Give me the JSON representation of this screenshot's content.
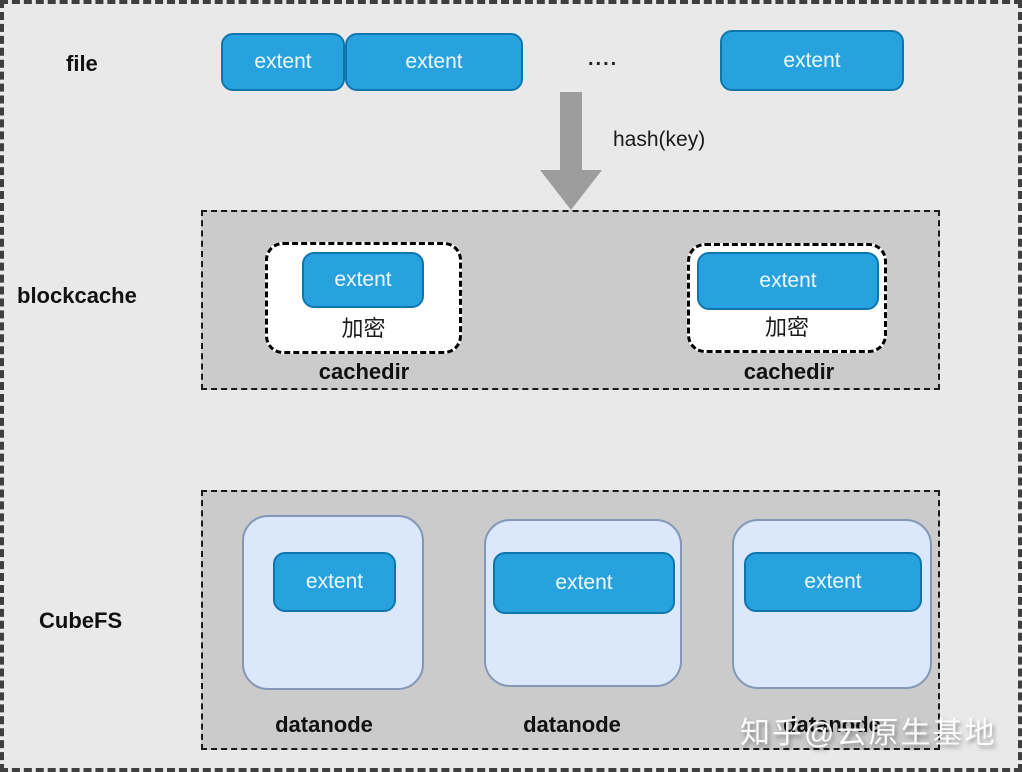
{
  "colors": {
    "canvas_bg": "#e9e9e9",
    "section_bg": "#cbcbcb",
    "extent_fill": "#27a2de",
    "extent_border": "#0f76ad",
    "extent_text": "#eef9ff",
    "datanode_fill": "#dbe8fb",
    "datanode_border": "#8497b6",
    "arrow_gray": "#9d9d9d"
  },
  "file_row": {
    "label": "file",
    "extents": [
      "extent",
      "extent"
    ],
    "dots": "....",
    "right_extent": "extent"
  },
  "hash_arrow": {
    "label": "hash(key)"
  },
  "blockcache": {
    "label": "blockcache",
    "cachedirs": [
      {
        "extent": "extent",
        "encrypt": "加密",
        "label": "cachedir"
      },
      {
        "extent": "extent",
        "encrypt": "加密",
        "label": "cachedir"
      }
    ]
  },
  "cubefs": {
    "label": "CubeFS",
    "datanodes": [
      {
        "extent": "extent",
        "label": "datanode"
      },
      {
        "extent": "extent",
        "label": "datanode"
      },
      {
        "extent": "extent",
        "label": "datanode"
      }
    ]
  },
  "watermark": "知乎@云原生基地"
}
